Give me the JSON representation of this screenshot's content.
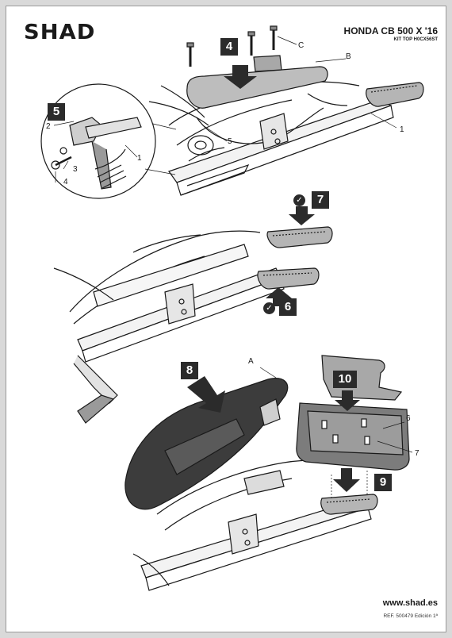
{
  "header": {
    "brand": "SHAD",
    "model": "HONDA CB 500 X '16",
    "kit": "KIT TOP H0CX56ST"
  },
  "footer": {
    "website": "www.shad.es",
    "reference": "REF. 500479 Edición 1ª"
  },
  "steps": {
    "step4": "4",
    "step5": "5",
    "step6": "6",
    "step7": "7",
    "step8": "8",
    "step9": "9",
    "step10": "10"
  },
  "callouts": {
    "a": "A",
    "b": "B",
    "c": "C",
    "n1_top": "1",
    "n5_top": "5",
    "n1_inset": "1",
    "n2_inset": "2",
    "n3_inset": "3",
    "n4_inset": "4",
    "n6_bottom": "6",
    "n7_bottom": "7"
  },
  "checkmark_icon": "check-circle-icon",
  "colors": {
    "ink": "#1a1a1a",
    "badge": "#2b2b2b",
    "seat": "#3c3c3c",
    "plate": "#7c7c7c"
  }
}
